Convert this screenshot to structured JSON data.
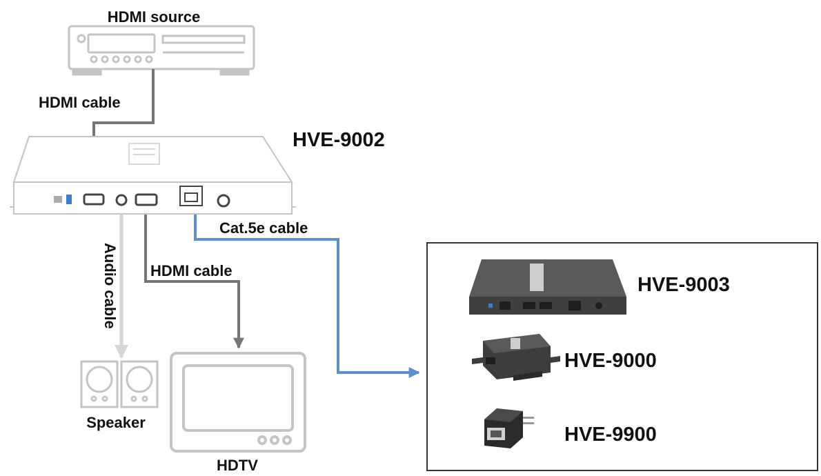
{
  "labels": {
    "hdmi_source": "HDMI source",
    "hdmi_cable_top": "HDMI cable",
    "main_device": "HVE-9002",
    "cat5e_cable": "Cat.5e cable",
    "audio_cable": "Audio cable",
    "hdmi_cable_bottom": "HDMI cable",
    "speaker": "Speaker",
    "hdtv": "HDTV"
  },
  "receivers": [
    {
      "model": "HVE-9003"
    },
    {
      "model": "HVE-9000"
    },
    {
      "model": "HVE-9900"
    }
  ],
  "colors": {
    "device_outline": "#c4c4c4",
    "cable_gray": "#777777",
    "cable_light": "#d6d6d6",
    "cable_blue": "#5b8fd0",
    "device_dark": "#4a4a4a"
  }
}
